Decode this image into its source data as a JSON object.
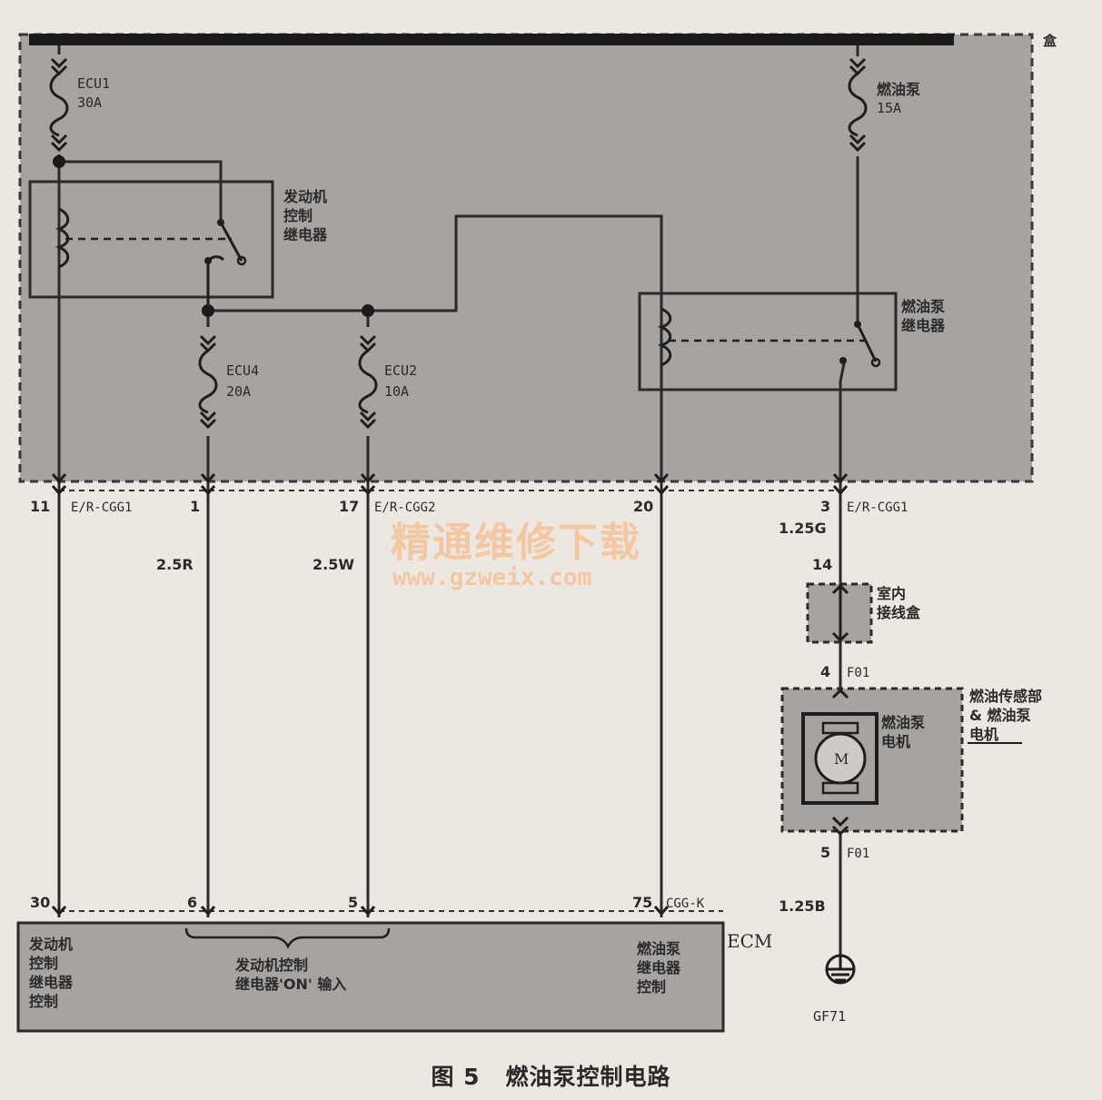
{
  "caption": {
    "figure": "图 5",
    "title": "燃油泵控制电路"
  },
  "top_box_label": "盒",
  "fuses": {
    "ecu1": {
      "name": "ECU1",
      "rating": "30A"
    },
    "ecu4": {
      "name": "ECU4",
      "rating": "20A"
    },
    "ecu2": {
      "name": "ECU2",
      "rating": "10A"
    },
    "pump": {
      "name": "燃油泵",
      "rating": "15A"
    }
  },
  "relays": {
    "engine": [
      "发动机",
      "控制",
      "继电器"
    ],
    "pump": [
      "燃油泵",
      "继电器"
    ]
  },
  "connectors": {
    "c11": "11",
    "c1": "1",
    "c17": "17",
    "c20": "20",
    "c3": "3",
    "name_left": "E/R-CGG1",
    "name_mid": "E/R-CGG2",
    "name_right": "E/R-CGG1",
    "c14": "14",
    "c4": "4",
    "c5": "5",
    "f01_a": "F01",
    "f01_b": "F01",
    "c30": "30",
    "c6": "6",
    "c5b": "5",
    "c75": "75",
    "name_ecm": "CGG-K"
  },
  "wires": {
    "w1": "2.5R",
    "w2": "2.5W",
    "w3": "1.25G",
    "w4": "1.25B"
  },
  "junction_box": [
    "室内",
    "接线盒"
  ],
  "pump_assembly": {
    "label": [
      "燃油传感部",
      "& 燃油泵",
      "电机"
    ],
    "motor_label": [
      "燃油泵",
      "电机"
    ],
    "motor_symbol": "M"
  },
  "ground": "GF71",
  "ecm": {
    "name": "ECM",
    "left": [
      "发动机",
      "控制",
      "继电器",
      "控制"
    ],
    "mid": [
      "发动机控制",
      "继电器'ON' 输入"
    ],
    "right": [
      "燃油泵",
      "继电器",
      "控制"
    ]
  },
  "watermark": {
    "title": "精通维修下载",
    "url": "www.gzweix.com"
  }
}
